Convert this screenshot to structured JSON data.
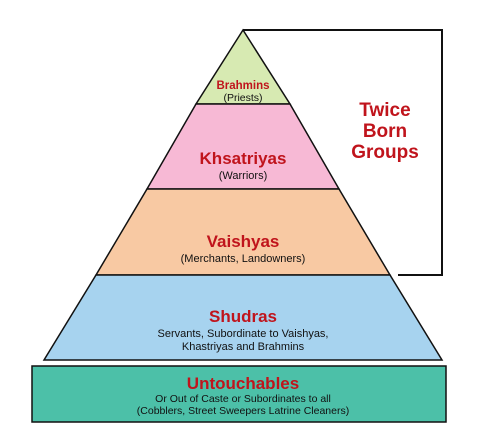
{
  "colors": {
    "brahmins": "#d7eab2",
    "kshatriyas": "#f7b9d5",
    "vaishyas": "#f8c9a3",
    "shudras": "#a7d3ef",
    "untouchables": "#4cc0a8",
    "title_red": "#c0141c",
    "outline": "#111111"
  },
  "twice_born": {
    "line1": "Twice",
    "line2": "Born",
    "line3": "Groups"
  },
  "tiers": {
    "brahmins": {
      "title": "Brahmins",
      "sub1": "(Priests)"
    },
    "kshatriyas": {
      "title": "Khsatriyas",
      "sub1": "(Warriors)"
    },
    "vaishyas": {
      "title": "Vaishyas",
      "sub1": "(Merchants, Landowners)"
    },
    "shudras": {
      "title": "Shudras",
      "sub1": "Servants, Subordinate to Vaishyas,",
      "sub2": "Khastriyas and Brahmins"
    },
    "untouchables": {
      "title": "Untouchables",
      "sub1": "Or Out of Caste or Subordinates to all",
      "sub2": "(Cobblers, Street Sweepers Latrine Cleaners)"
    }
  }
}
